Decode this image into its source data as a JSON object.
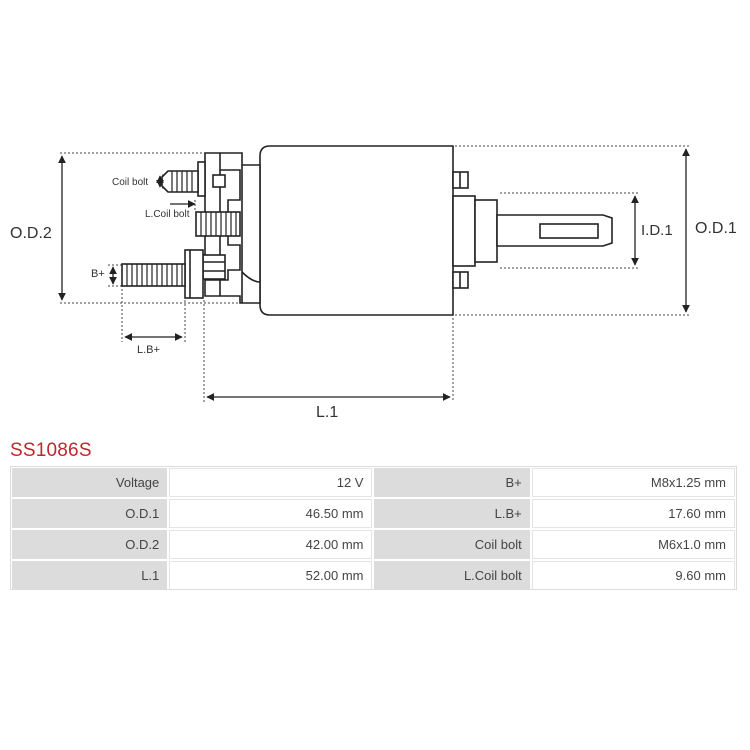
{
  "diagram": {
    "labels": {
      "od2": "O.D.2",
      "od1": "O.D.1",
      "id1": "I.D.1",
      "l1": "L.1",
      "lb": "L.B+",
      "b_plus": "B+",
      "coil_bolt": "Coil bolt",
      "l_coil_bolt": "L.Coil bolt"
    }
  },
  "product": {
    "title": "SS1086S"
  },
  "specs": [
    {
      "label": "Voltage",
      "value": "12 V",
      "label2": "B+",
      "value2": "M8x1.25 mm"
    },
    {
      "label": "O.D.1",
      "value": "46.50 mm",
      "label2": "L.B+",
      "value2": "17.60 mm"
    },
    {
      "label": "O.D.2",
      "value": "42.00 mm",
      "label2": "Coil bolt",
      "value2": "M6x1.0 mm"
    },
    {
      "label": "L.1",
      "value": "52.00 mm",
      "label2": "L.Coil bolt",
      "value2": "9.60 mm"
    }
  ],
  "colors": {
    "title": "#c0272d",
    "label_bg": "#dcdcdc",
    "line": "#222222"
  }
}
